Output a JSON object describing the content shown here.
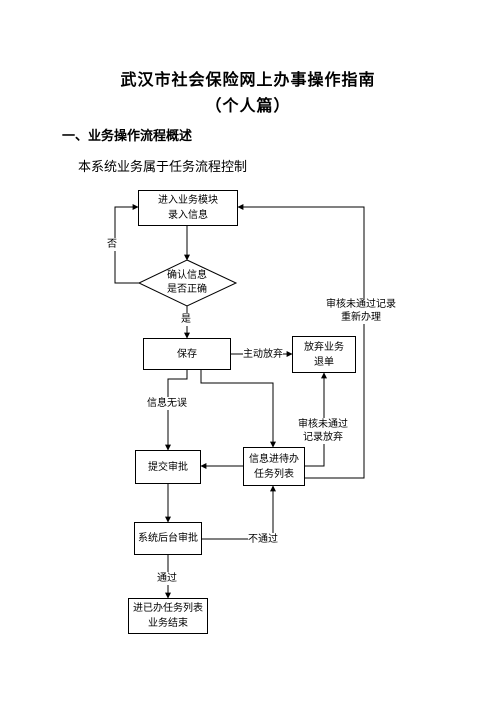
{
  "document": {
    "title_line1": "武汉市社会保险网上办事操作指南",
    "title_line2": "（个人篇）",
    "section_heading": "一、业务操作流程概述",
    "intro_text": "本系统业务属于任务流程控制"
  },
  "flowchart": {
    "nodes": {
      "enter_module": {
        "line1": "进入业务模块",
        "line2": "录入信息"
      },
      "confirm": {
        "line1": "确认信息",
        "line2": "是否正确"
      },
      "save": {
        "text": "保存"
      },
      "abandon": {
        "line1": "放弃业务",
        "line2": "退单"
      },
      "submit": {
        "text": "提交审批"
      },
      "pending_list": {
        "line1": "信息进待办",
        "line2": "任务列表"
      },
      "backend_approval": {
        "text": "系统后台审批"
      },
      "done_list": {
        "line1": "进已办任务列表",
        "line2": "业务结束"
      }
    },
    "labels": {
      "no": "否",
      "yes": "是",
      "active_abandon": "主动放弃",
      "info_ok": "信息无误",
      "reject_abandon_line1": "审核未通过",
      "reject_abandon_line2": "记录放弃",
      "reject_redo_line1": "审核未通过记录",
      "reject_redo_line2": "重新办理",
      "not_passed": "不通过",
      "passed": "通过"
    }
  }
}
